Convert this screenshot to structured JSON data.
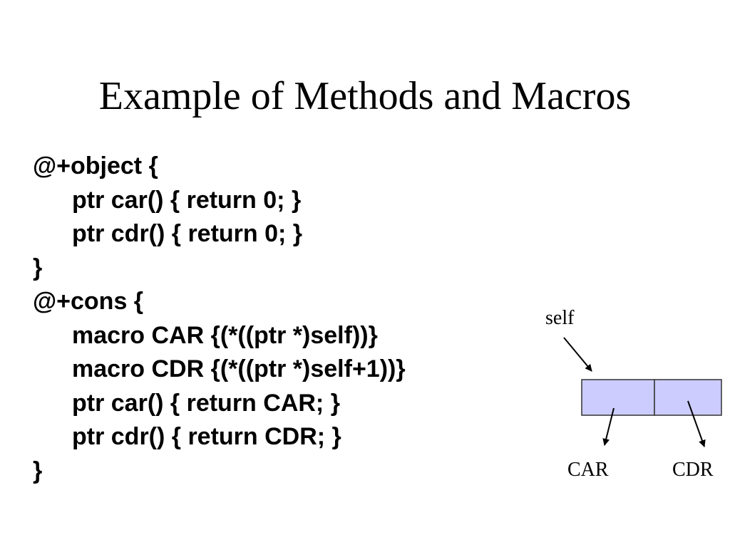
{
  "slide": {
    "title": "Example of Methods and Macros",
    "code_lines": [
      {
        "text": "@+object {",
        "indent": false
      },
      {
        "text": "ptr car() { return 0; }",
        "indent": true
      },
      {
        "text": "ptr cdr() { return 0; }",
        "indent": true
      },
      {
        "text": "}",
        "indent": false
      },
      {
        "text": "@+cons {",
        "indent": false
      },
      {
        "text": "macro CAR {(*((ptr *)self))}",
        "indent": true
      },
      {
        "text": "macro CDR {(*((ptr *)self+1))}",
        "indent": true
      },
      {
        "text": "ptr car() { return CAR; }",
        "indent": true
      },
      {
        "text": "ptr cdr() { return CDR; }",
        "indent": true
      },
      {
        "text": "}",
        "indent": false
      }
    ]
  },
  "diagram": {
    "self_label": "self",
    "car_label": "CAR",
    "cdr_label": "CDR",
    "cell_fill": "#ccccff",
    "cell_stroke": "#333333"
  }
}
